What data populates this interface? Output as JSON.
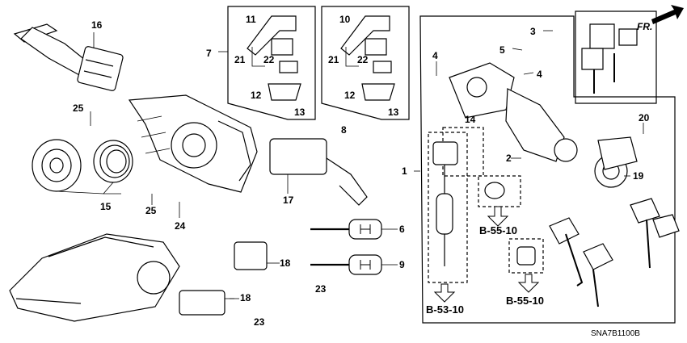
{
  "diagram": {
    "code": "SNA7B1100B",
    "direction_label": "FR.",
    "callouts": [
      "1",
      "2",
      "3",
      "4",
      "4",
      "5",
      "6",
      "7",
      "8",
      "9",
      "10",
      "11",
      "12",
      "12",
      "13",
      "13",
      "14",
      "15",
      "16",
      "17",
      "18",
      "18",
      "19",
      "20",
      "21",
      "21",
      "22",
      "22",
      "23",
      "23",
      "24",
      "25",
      "25"
    ],
    "references": [
      "B-55-10",
      "B-55-10",
      "B-53-10"
    ],
    "icons": [
      "direction-arrow-icon",
      "down-arrow-icon",
      "honda-logo-icon"
    ]
  }
}
